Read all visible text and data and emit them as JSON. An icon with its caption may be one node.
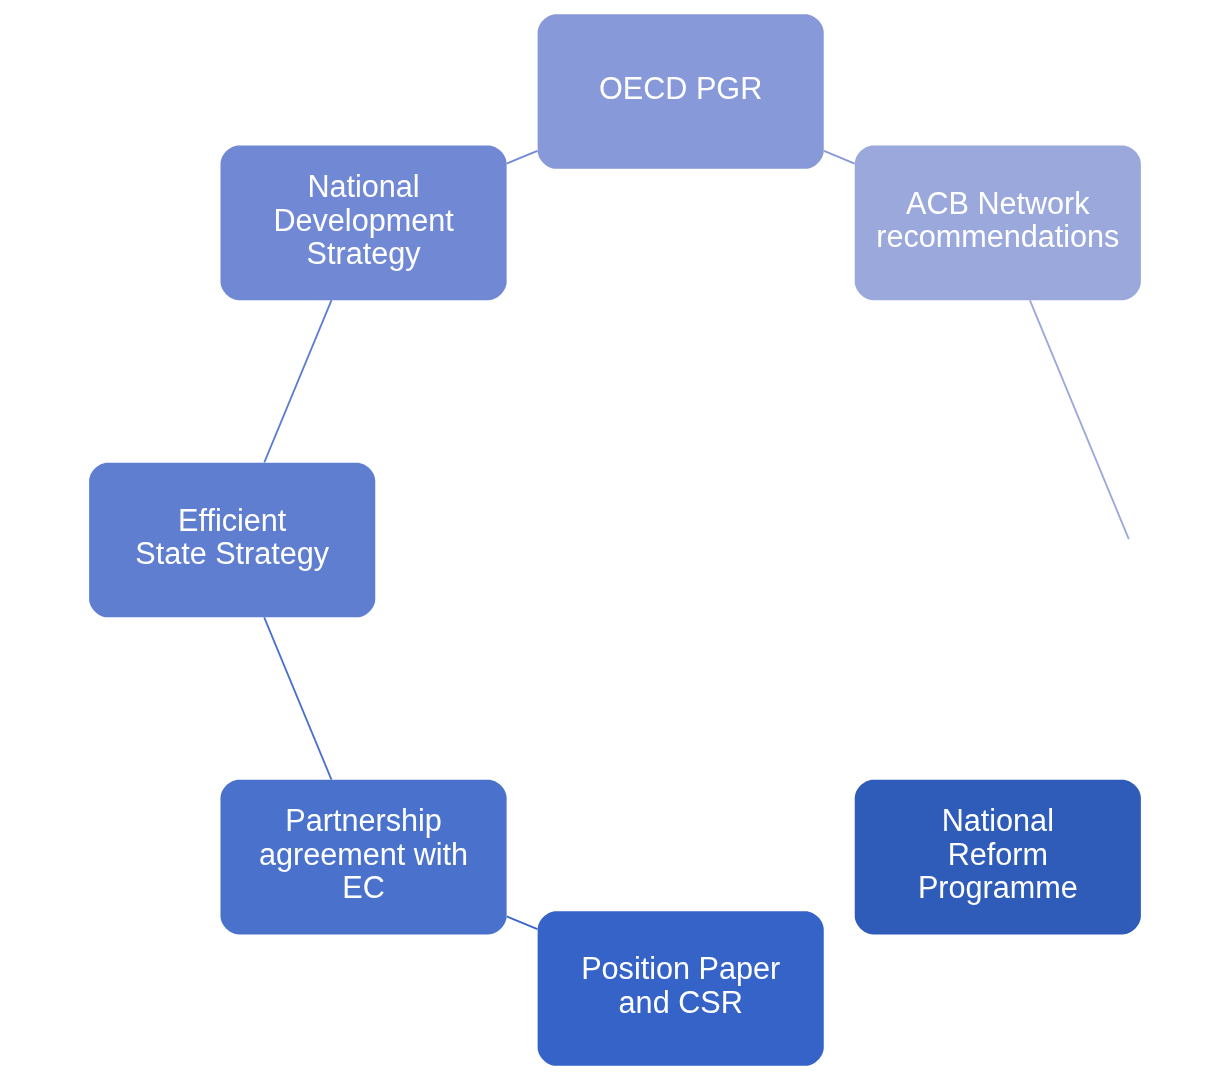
{
  "diagram": {
    "nodes": [
      {
        "text": [
          "National Reform Programme"
        ]
      },
      {
        "text": [
          "Position Paper and CSR"
        ]
      },
      {
        "text": [
          "Partnership agreement with EC"
        ]
      },
      {
        "text": [
          "Efficient State Strategy"
        ]
      },
      {
        "text": [
          "National Development Strategy"
        ]
      },
      {
        "text": [
          "OECD PGR"
        ]
      },
      {
        "text": [
          "ACB Network recommendations"
        ]
      }
    ],
    "edges": [
      {
        "from": 1,
        "to": 2,
        "arrow": "none",
        "color": "#3a66c8"
      },
      {
        "from": 2,
        "to": 3,
        "arrow": "none",
        "color": "#4a72cc"
      },
      {
        "from": 3,
        "to": 4,
        "arrow": "none",
        "color": "#5f7ed0"
      },
      {
        "from": 4,
        "to": 5,
        "arrow": "none",
        "color": "#7189d4"
      },
      {
        "from": 5,
        "to": 6,
        "arrow": "none",
        "color": "#8799d8"
      },
      {
        "from": 6,
        "to": null,
        "arrow": "none",
        "color": "#9ba8dc"
      }
    ]
  }
}
